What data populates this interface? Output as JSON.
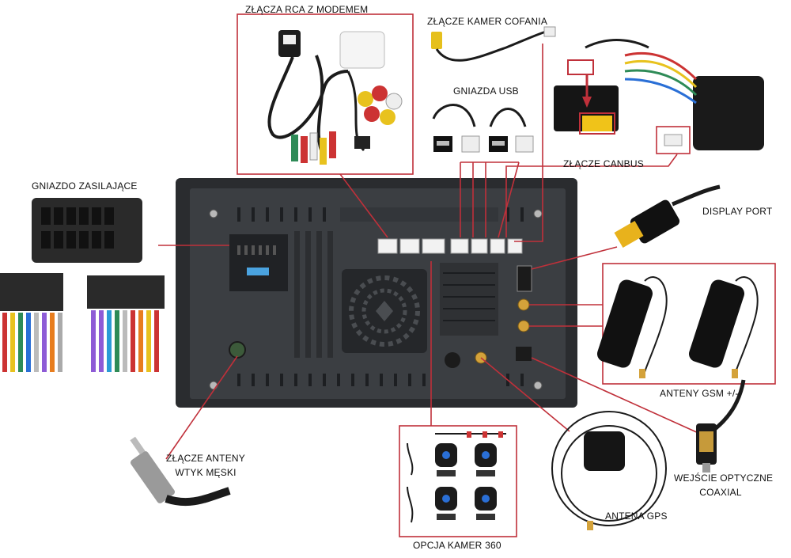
{
  "labels": {
    "rca_modem": "ZŁĄCZA RCA Z MODEMEM",
    "reverse_camera": "ZŁĄCZE KAMER COFANIA",
    "usb_sockets": "GNIAZDA USB",
    "canbus": "ZŁĄCZE CANBUS",
    "power_socket": "GNIAZDO ZASILAJĄCE",
    "display_port": "DISPLAY PORT",
    "gsm_antennas": "ANTENY GSM +/-",
    "optical_coaxial_line1": "WEJŚCIE OPTYCZNE",
    "optical_coaxial_line2": "COAXIAL",
    "gps_antenna": "ANTENA GPS",
    "camera360": "OPCJA KAMER 360",
    "antenna_line1": "ZŁĄCZE ANTENY",
    "antenna_line2": "WTYK MĘSKI"
  },
  "colors": {
    "callout_line": "#c0303a",
    "unit_body": "#3b3e42",
    "unit_frame": "#2a2c2f",
    "white_connector": "#f2f2f2",
    "gold": "#d4a23a",
    "cable": "#1b1b1b"
  }
}
